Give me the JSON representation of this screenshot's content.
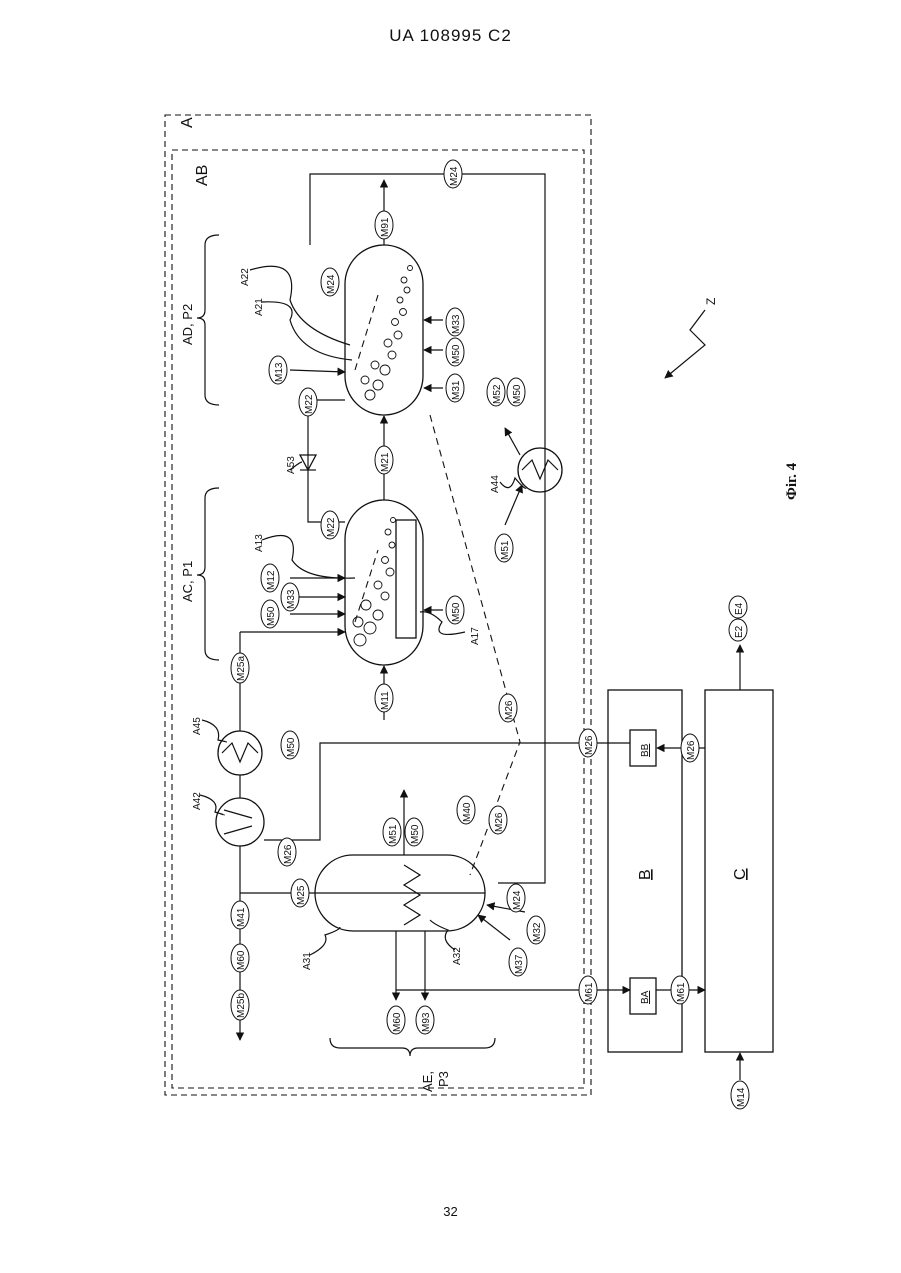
{
  "document": {
    "header": "UA   108995   C2",
    "page_number": "32",
    "caption": "Фіг. 4"
  },
  "diagram": {
    "region_labels": {
      "A": "A",
      "AB": "AB",
      "B": "B",
      "C": "C",
      "BA": "BA",
      "BB": "BB"
    },
    "group_labels": {
      "ad_p2": "AD, P2",
      "ac_p1": "AC, P1",
      "ae_p3_line1": "AE,",
      "ae_p3_line2": "P3"
    },
    "components": {
      "A13": "A13",
      "A17": "A17",
      "A21": "A21",
      "A22": "A22",
      "A31": "A31",
      "A32": "A32",
      "A42": "A42",
      "A44": "A44",
      "A45": "A45",
      "A53": "A53",
      "Z": "Z"
    },
    "streams": {
      "M11": "M11",
      "M12": "M12",
      "M13": "M13",
      "M14": "M14",
      "M21": "M21",
      "M22a": "M22",
      "M22b": "M22",
      "M24a": "M24",
      "M24b": "M24",
      "M24c": "M24",
      "M25": "M25",
      "M25a": "M25a",
      "M25b": "M25b",
      "M26a": "M26",
      "M26b": "M26",
      "M26c": "M26",
      "M26d": "M26",
      "M26e": "M26",
      "M31": "M31",
      "M32": "M32",
      "M33a": "M33",
      "M33b": "M33",
      "M37": "M37",
      "M40": "M40",
      "M41": "M41",
      "M50a": "M50",
      "M50b": "M50",
      "M50c": "M50",
      "M50d": "M50",
      "M50e": "M50",
      "M50f": "M50",
      "M51a": "M51",
      "M51b": "M51",
      "M52": "M52",
      "M60a": "M60",
      "M60b": "M60",
      "M61a": "M61",
      "M61b": "M61",
      "M91": "M91",
      "M93": "M93",
      "E2": "E2",
      "E4": "E4"
    }
  }
}
